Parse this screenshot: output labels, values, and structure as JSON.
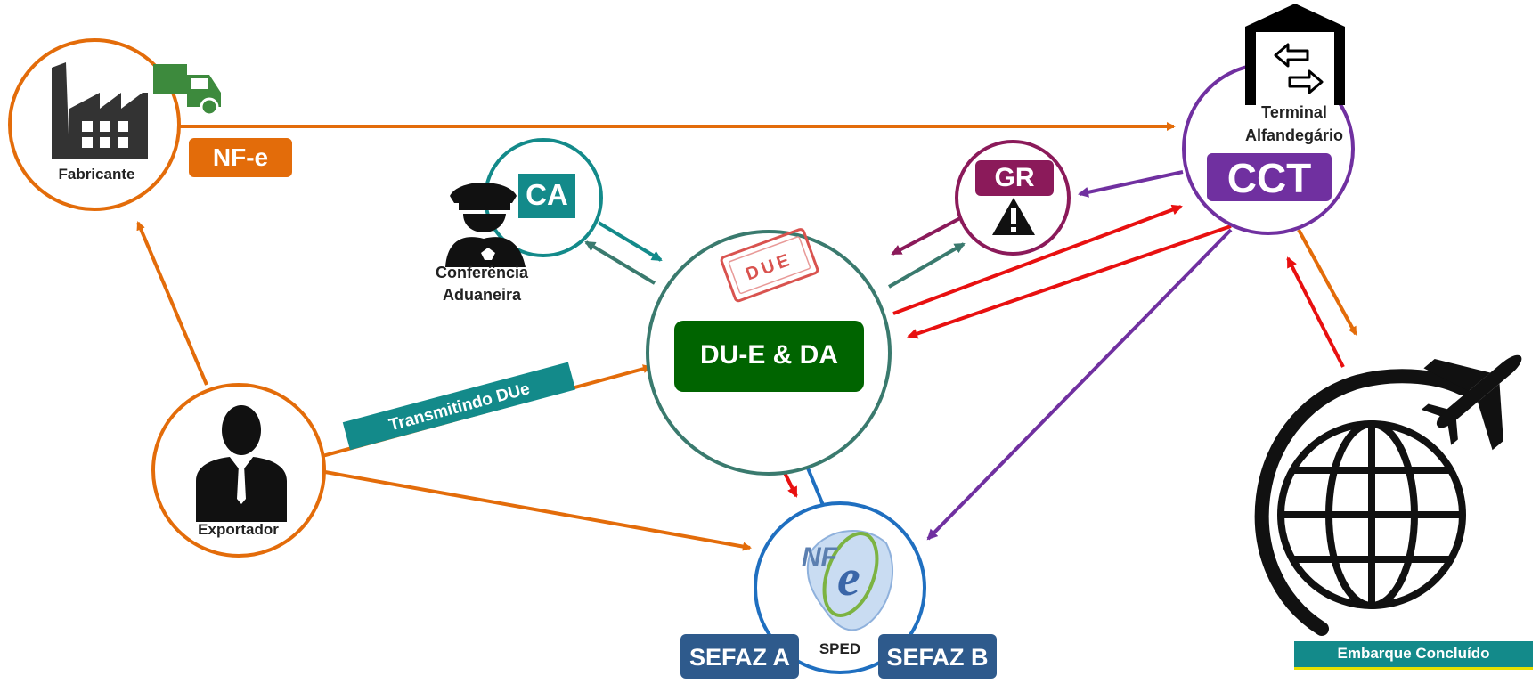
{
  "nodes": {
    "fabricante": {
      "label": "Fabricante",
      "tag": "NF-e"
    },
    "exportador": {
      "label": "Exportador"
    },
    "ca": {
      "tag": "CA",
      "label_line1": "Conferência",
      "label_line2": "Aduaneira"
    },
    "due": {
      "stamp": "DUE",
      "title": "DU-E & DA"
    },
    "gr": {
      "tag": "GR"
    },
    "terminal": {
      "label_line1": "Terminal",
      "label_line2": "Alfandegário",
      "tag": "CCT"
    },
    "sped": {
      "label": "SPED",
      "logo_text": "NF",
      "left_tag": "SEFAZ A",
      "right_tag": "SEFAZ B"
    },
    "embarque": {
      "label": "Embarque Concluído"
    }
  },
  "edges": {
    "transmitindo_label": "Transmitindo DUe"
  },
  "colors": {
    "orange": "#e36c0a",
    "teal": "#138a8a",
    "green_dark": "#006400",
    "due_ring": "#3a7a6e",
    "gr_ring": "#8b1a5a",
    "purple": "#7030a0",
    "blue_ring": "#1f6fc0",
    "sefaz": "#2e5a8c",
    "red": "#e81010",
    "embarque_bar": "#138a8a"
  },
  "icons": [
    "factory-icon",
    "truck-icon",
    "officer-icon",
    "stamp-icon",
    "warning-icon",
    "warehouse-icon",
    "swap-arrows-icon",
    "businessman-icon",
    "nfe-logo-icon",
    "globe-icon",
    "airplane-icon"
  ]
}
